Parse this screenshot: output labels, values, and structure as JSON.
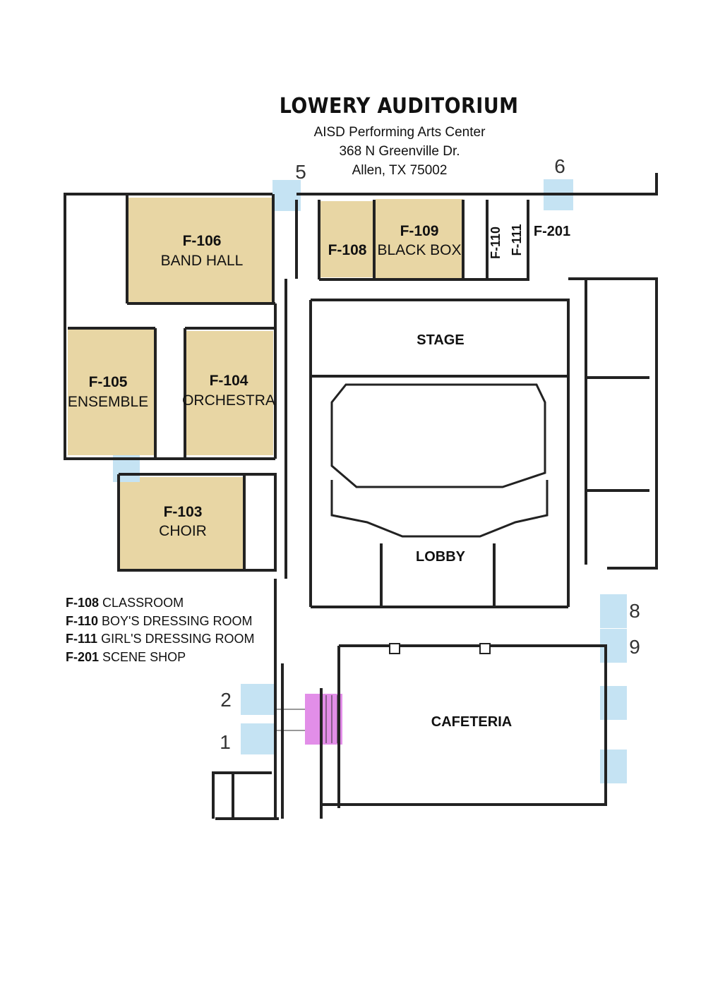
{
  "header": {
    "title": "LOWERY AUDITORIUM",
    "address_line1": "AISD Performing Arts Center",
    "address_line2": "368 N Greenville Dr.",
    "address_line3": "Allen, TX  75002"
  },
  "rooms": {
    "f106": {
      "code": "F-106",
      "name": "BAND HALL"
    },
    "f108": {
      "code": "F-108",
      "name": ""
    },
    "f109": {
      "code": "F-109",
      "name": "BLACK BOX"
    },
    "f110": {
      "code": "F-110"
    },
    "f111": {
      "code": "F-111"
    },
    "f201": {
      "code": "F-201"
    },
    "f105": {
      "code": "F-105",
      "name": "ENSEMBLE"
    },
    "f104": {
      "code": "F-104",
      "name": "ORCHESTRA"
    },
    "f103": {
      "code": "F-103",
      "name": "CHOIR"
    },
    "stage": "STAGE",
    "lobby": "LOBBY",
    "cafeteria": "CAFETERIA"
  },
  "entrances": {
    "e1": "1",
    "e2": "2",
    "e5": "5",
    "e6": "6",
    "e8": "8",
    "e9": "9"
  },
  "legend": [
    {
      "code": "F-108",
      "desc": "CLASSROOM"
    },
    {
      "code": "F-110",
      "desc": "BOY'S DRESSING ROOM"
    },
    {
      "code": "F-111",
      "desc": "GIRL'S DRESSING ROOM"
    },
    {
      "code": "F-201",
      "desc": "SCENE SHOP"
    }
  ],
  "colors": {
    "room_fill": "#e8d6a4",
    "entrance_fill": "#c5e3f3",
    "stair_fill": "#e28ee8",
    "wall": "#222222"
  }
}
